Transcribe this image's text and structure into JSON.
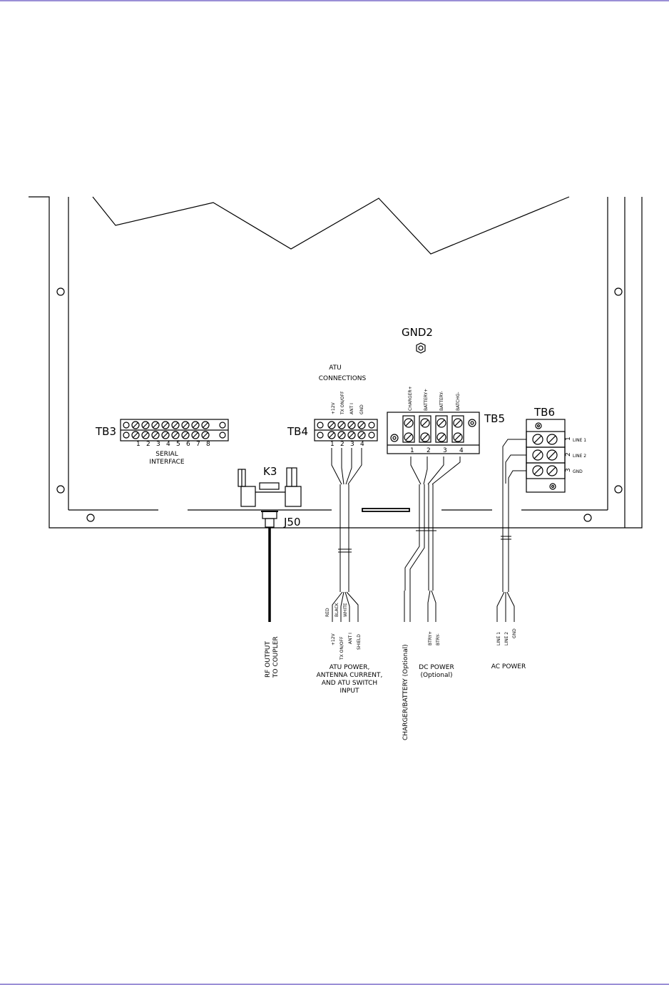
{
  "labels": {
    "gnd2": "GND2",
    "tb3": "TB3",
    "tb4": "TB4",
    "tb5": "TB5",
    "tb6": "TB6",
    "k3": "K3",
    "j50": "J50"
  },
  "tb3": {
    "pins": [
      "1",
      "2",
      "3",
      "4",
      "5",
      "6",
      "7",
      "8"
    ],
    "caption_line1": "SERIAL",
    "caption_line2": "INTERFACE"
  },
  "tb4": {
    "header_line1": "ATU",
    "header_line2": "CONNECTIONS",
    "terminals": [
      "+12V",
      "TX ON/OFF",
      "ANT I",
      "GND"
    ],
    "pins": [
      "1",
      "2",
      "3",
      "4"
    ],
    "wire_colors": [
      "RED",
      "BLACK",
      "WHITE"
    ],
    "wire_labels": [
      "+12V",
      "TX ON/OFF",
      "ANT I",
      "SHIELD"
    ],
    "caption": [
      "ATU POWER,",
      "ANTENNA CURRENT,",
      "AND ATU SWITCH",
      "INPUT"
    ]
  },
  "tb5": {
    "terminals": [
      "CHARGER+",
      "BATTERY+",
      "BATTERY-",
      "BATCHG-"
    ],
    "pins": [
      "1",
      "2",
      "3",
      "4"
    ],
    "wire_labels": [
      "BTRY+",
      "BTRY-"
    ],
    "caption_charger": "CHARGER/BATTERY (Optional)",
    "caption_dc": [
      "DC POWER",
      "(Optional)"
    ]
  },
  "tb6": {
    "pins": [
      "1",
      "2",
      "3"
    ],
    "terminals": [
      "LINE 1",
      "LINE 2",
      "GND"
    ],
    "wire_labels": [
      "LINE 1",
      "LINE 2",
      "GND"
    ],
    "caption": "AC POWER"
  },
  "rf": {
    "caption": [
      "RF OUTPUT",
      "TO COUPLER"
    ]
  }
}
